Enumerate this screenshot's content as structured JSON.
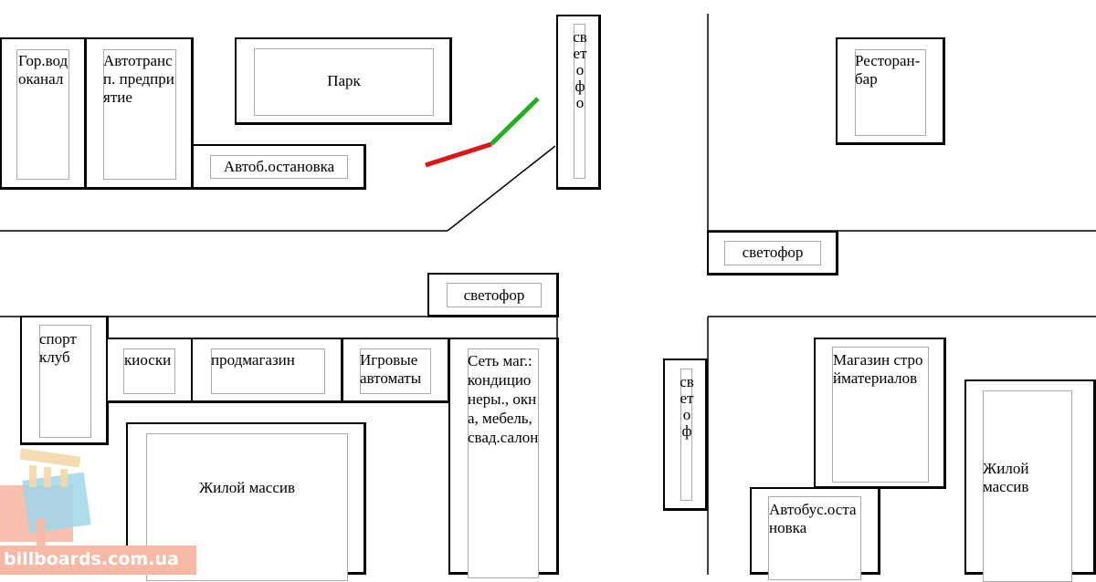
{
  "map": {
    "buildings": {
      "vodokanal": "Гор.водоканал",
      "avtotrans": "Автотрансп. предприятие",
      "park": "Парк",
      "bus_stop_top": "Автоб.остановка",
      "restaurant": "Ресторан-бар",
      "sport_club": "спорт клуб",
      "kiosks": "киоски",
      "grocery": "продмагазин",
      "slot_machines": "Игровые автоматы",
      "store_chain": "Сеть маг.: кондиционеры., окна, мебель, свад.салон",
      "residential_left": "Жилой массив",
      "building_materials": "Магазин стройматериалов",
      "residential_right": "Жилой массив",
      "bus_stop_bottom": "Автобус.остановка"
    },
    "traffic_lights": {
      "top_vertical": "светофо",
      "right_horizontal": "светофор",
      "center_horizontal": "светофор",
      "bottom_vertical": "светоф"
    },
    "colors": {
      "arrow_red": "#e01414",
      "road_red": "#e01414",
      "road_green": "#22b022"
    }
  },
  "watermark": {
    "text": "billboards.com.ua"
  }
}
